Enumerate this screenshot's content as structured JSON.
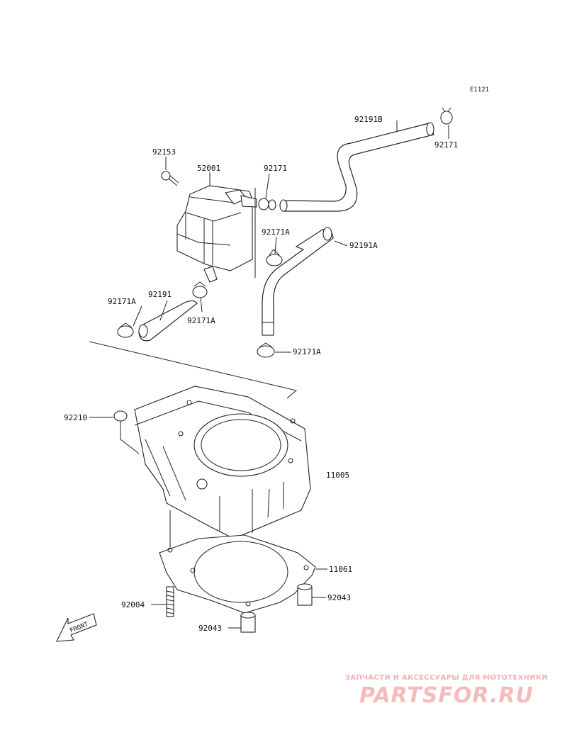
{
  "diagram": {
    "ref_code": "E1121",
    "labels": {
      "p92153": "92153",
      "p52001": "52001",
      "p92171_top": "92171",
      "p92191b": "92191B",
      "p92171_right": "92171",
      "p92171a_mid": "92171A",
      "p92191a": "92191A",
      "p92171a_left": "92171A",
      "p92191": "92191",
      "p92171a_center": "92171A",
      "p92171a_lower": "92171A",
      "p92210": "92210",
      "p11005": "11005",
      "p11061": "11061",
      "p92004": "92004",
      "p92043_right": "92043",
      "p92043_bottom": "92043"
    },
    "front_arrow": "FRONT"
  },
  "watermark": {
    "tagline": "ЗАПЧАСТИ И АКСЕССУАРЫ ДЛЯ МОТОТЕХНИКИ",
    "logo": "PARTSFOR.RU",
    "color": "#f3bcbc"
  }
}
